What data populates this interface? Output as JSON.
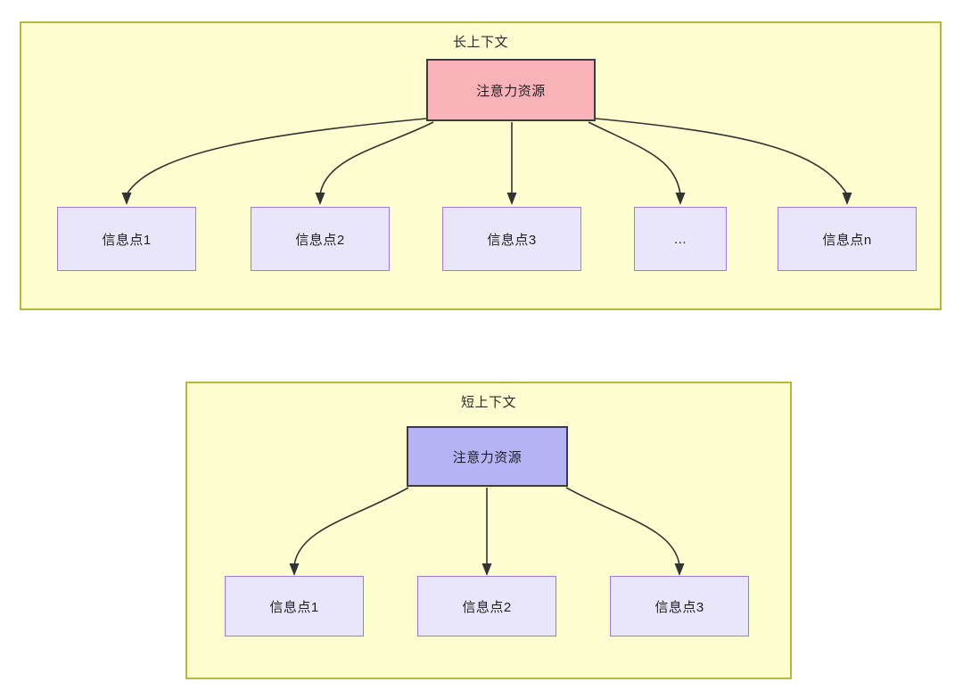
{
  "diagram": {
    "title_long": "长上下文",
    "title_short": "短上下文",
    "colors": {
      "panel_fill": "#fdfdcf",
      "panel_border": "#b8b838",
      "root_long_fill": "#f9b3b8",
      "root_short_fill": "#b6b3f5",
      "root_border": "#3c3c3c",
      "leaf_fill": "#e9e6fc",
      "leaf_border": "#9f78e0",
      "edge_stroke": "#333333",
      "text": "#1f1f1f"
    }
  },
  "panel_long": {
    "title": "长上下文",
    "root": {
      "label": "注意力资源"
    },
    "leaves": [
      {
        "label": "信息点1"
      },
      {
        "label": "信息点2"
      },
      {
        "label": "信息点3"
      },
      {
        "label": "..."
      },
      {
        "label": "信息点n"
      }
    ]
  },
  "panel_short": {
    "title": "短上下文",
    "root": {
      "label": "注意力资源"
    },
    "leaves": [
      {
        "label": "信息点1"
      },
      {
        "label": "信息点2"
      },
      {
        "label": "信息点3"
      }
    ]
  }
}
